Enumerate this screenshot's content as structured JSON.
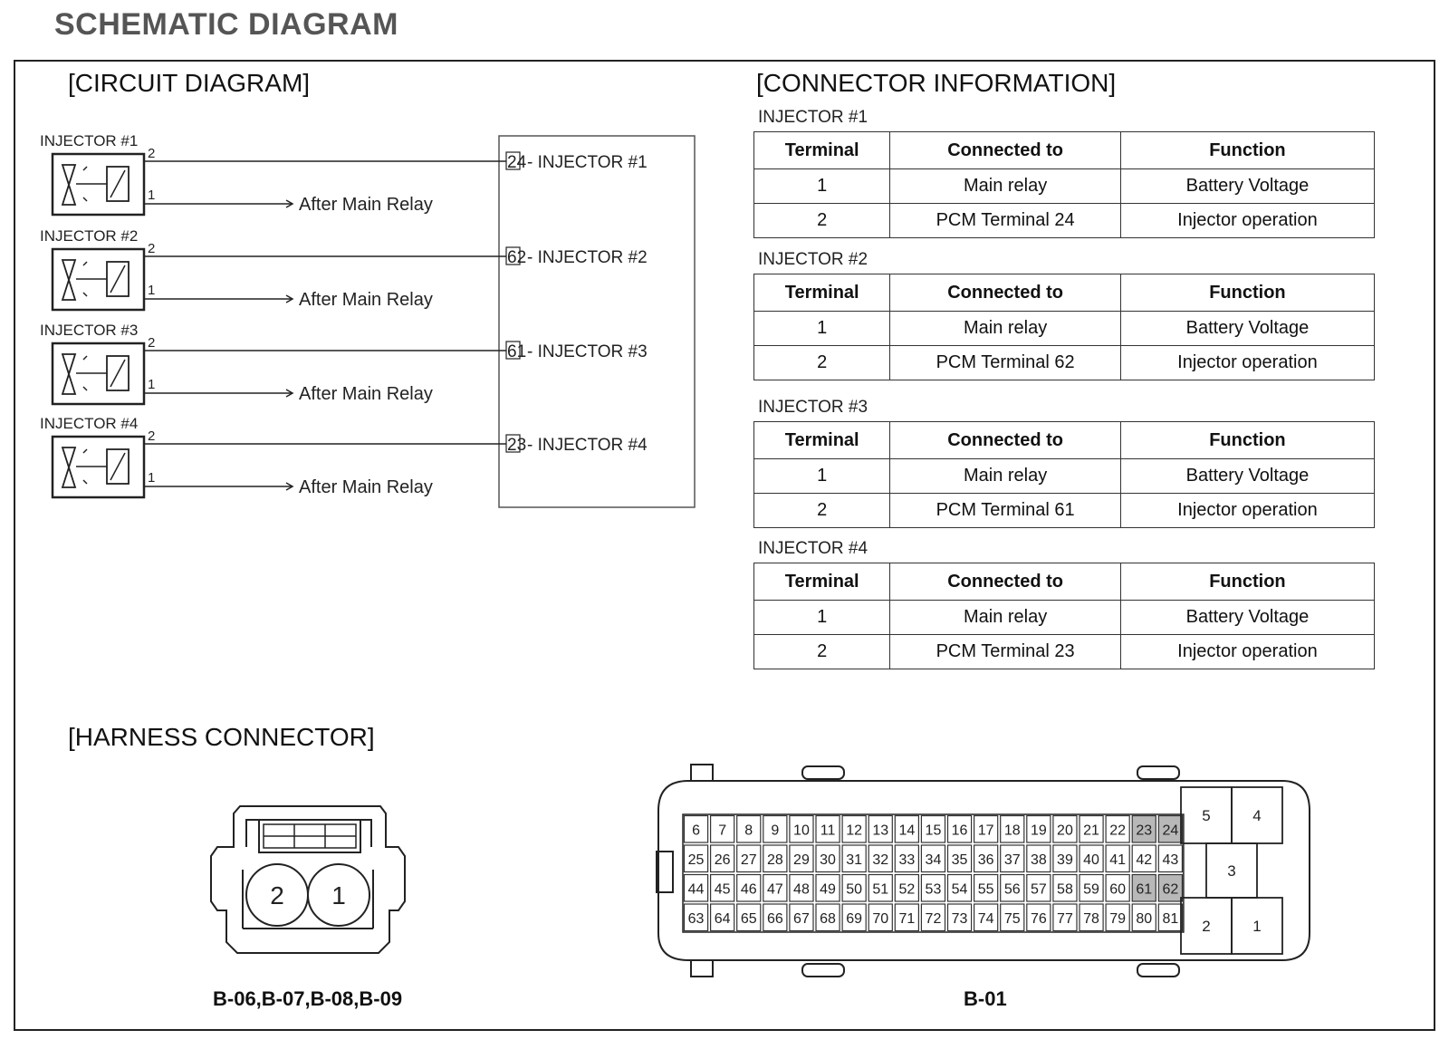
{
  "page_title": "SCHEMATIC DIAGRAM",
  "sections": {
    "circuit": "[CIRCUIT DIAGRAM]",
    "connector": "[CONNECTOR INFORMATION]",
    "harness": "[HARNESS CONNECTOR]"
  },
  "circuit": {
    "injectors": [
      {
        "label": "INJECTOR #1",
        "pin_top": "2",
        "pin_bottom": "1",
        "relay": "After Main Relay",
        "pcm_pin": "24",
        "pcm_text": " - INJECTOR #1"
      },
      {
        "label": "INJECTOR #2",
        "pin_top": "2",
        "pin_bottom": "1",
        "relay": "After Main Relay",
        "pcm_pin": "62",
        "pcm_text": " - INJECTOR #2"
      },
      {
        "label": "INJECTOR #3",
        "pin_top": "2",
        "pin_bottom": "1",
        "relay": "After Main Relay",
        "pcm_pin": "61",
        "pcm_text": " - INJECTOR #3"
      },
      {
        "label": "INJECTOR #4",
        "pin_top": "2",
        "pin_bottom": "1",
        "relay": "After Main Relay",
        "pcm_pin": "23",
        "pcm_text": " - INJECTOR #4"
      }
    ]
  },
  "connector_info": {
    "headers": [
      "Terminal",
      "Connected to",
      "Function"
    ],
    "blocks": [
      {
        "title": "INJECTOR #1",
        "rows": [
          [
            "1",
            "Main relay",
            "Battery Voltage"
          ],
          [
            "2",
            "PCM Terminal 24",
            "Injector operation"
          ]
        ]
      },
      {
        "title": "INJECTOR #2",
        "rows": [
          [
            "1",
            "Main relay",
            "Battery Voltage"
          ],
          [
            "2",
            "PCM Terminal 62",
            "Injector operation"
          ]
        ]
      },
      {
        "title": "INJECTOR #3",
        "rows": [
          [
            "1",
            "Main relay",
            "Battery Voltage"
          ],
          [
            "2",
            "PCM Terminal 61",
            "Injector operation"
          ]
        ]
      },
      {
        "title": "INJECTOR #4",
        "rows": [
          [
            "1",
            "Main relay",
            "Battery Voltage"
          ],
          [
            "2",
            "PCM Terminal 23",
            "Injector operation"
          ]
        ]
      }
    ]
  },
  "harness": {
    "small_connector": {
      "pins": [
        "2",
        "1"
      ],
      "label": "B-06,B-07,B-08,B-09"
    },
    "pcm_connector": {
      "label": "B-01",
      "grid": [
        [
          "6",
          "7",
          "8",
          "9",
          "10",
          "11",
          "12",
          "13",
          "14",
          "15",
          "16",
          "17",
          "18",
          "19",
          "20",
          "21",
          "22",
          "23",
          "24"
        ],
        [
          "25",
          "26",
          "27",
          "28",
          "29",
          "30",
          "31",
          "32",
          "33",
          "34",
          "35",
          "36",
          "37",
          "38",
          "39",
          "40",
          "41",
          "42",
          "43"
        ],
        [
          "44",
          "45",
          "46",
          "47",
          "48",
          "49",
          "50",
          "51",
          "52",
          "53",
          "54",
          "55",
          "56",
          "57",
          "58",
          "59",
          "60",
          "61",
          "62"
        ],
        [
          "63",
          "64",
          "65",
          "66",
          "67",
          "68",
          "69",
          "70",
          "71",
          "72",
          "73",
          "74",
          "75",
          "76",
          "77",
          "78",
          "79",
          "80",
          "81"
        ]
      ],
      "highlighted": [
        "23",
        "24",
        "61",
        "62"
      ],
      "side_pins": [
        "5",
        "4",
        "3",
        "2",
        "1"
      ]
    }
  },
  "colors": {
    "highlight": "#b8b8b8",
    "line": "#222222",
    "title": "#555555"
  }
}
